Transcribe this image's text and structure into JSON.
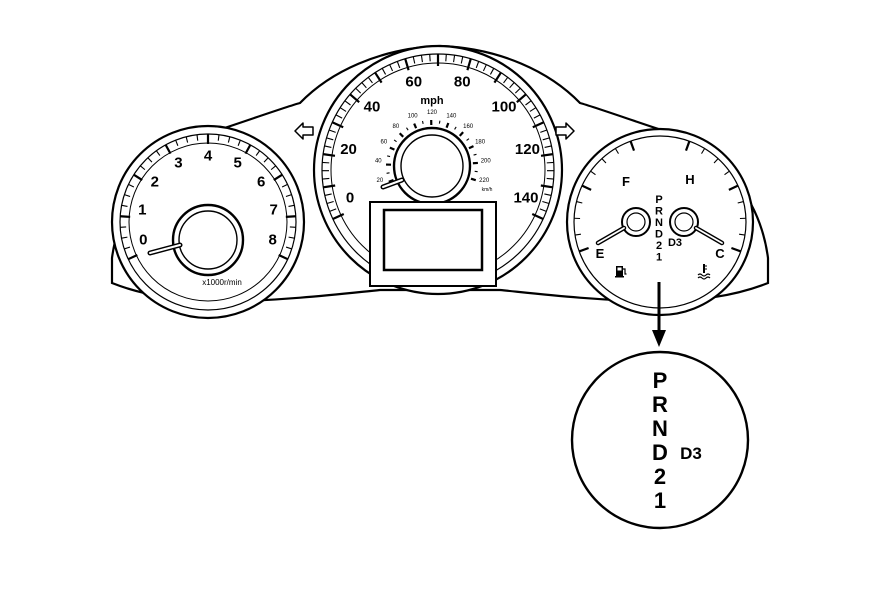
{
  "tachometer": {
    "numbers": [
      "0",
      "1",
      "2",
      "3",
      "4",
      "5",
      "6",
      "7",
      "8"
    ],
    "unit_label": "x1000r/min"
  },
  "speedometer": {
    "mph_numbers": [
      "0",
      "20",
      "40",
      "60",
      "80",
      "100",
      "120",
      "140"
    ],
    "unit_label": "mph",
    "kmh_numbers": [
      "20",
      "40",
      "60",
      "80",
      "100",
      "120",
      "140",
      "160",
      "180",
      "200",
      "220"
    ],
    "kmh_unit_label": "km/h"
  },
  "fuel_gauge": {
    "empty_label": "E",
    "full_label": "F"
  },
  "temp_gauge": {
    "cold_label": "C",
    "hot_label": "H"
  },
  "gear_indicator": {
    "gears": [
      "P",
      "R",
      "N",
      "D",
      "2",
      "1"
    ],
    "side_label": "D3"
  },
  "gear_callout": {
    "gears": [
      "P",
      "R",
      "N",
      "D",
      "2",
      "1"
    ],
    "side_label": "D3"
  },
  "icons": {
    "left_turn": "turn-signal-left-icon",
    "right_turn": "turn-signal-right-icon",
    "fuel": "fuel-pump-icon",
    "temperature": "coolant-temperature-icon"
  },
  "colors": {
    "line": "#000000",
    "background": "#ffffff"
  }
}
